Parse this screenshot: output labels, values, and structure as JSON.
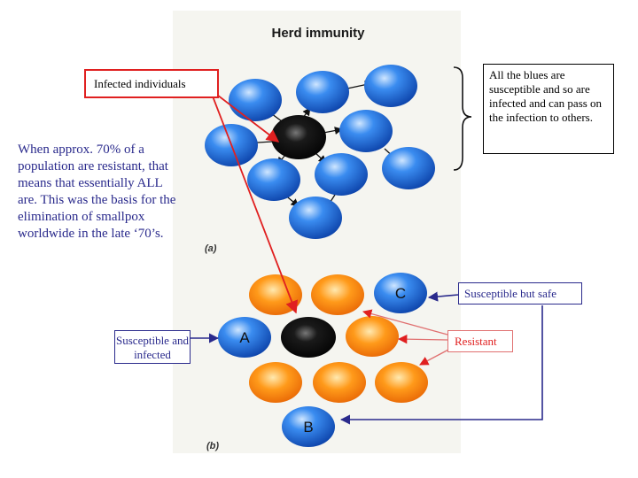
{
  "figure": {
    "title": "Herd immunity",
    "panel_a_label": "(a)",
    "panel_b_label": "(b)",
    "node_labels": {
      "a": "A",
      "b": "B",
      "c": "C"
    }
  },
  "callouts": {
    "infected_individuals": "Infected individuals",
    "all_blues": "All the blues are susceptible and so are infected and can pass on the infection to others.",
    "susceptible_safe": "Susceptible but safe",
    "resistant": "Resistant",
    "susceptible_infected": "Susceptible and infected"
  },
  "side_note": "When approx. 70% of a population are resistant, that means that essentially ALL are. This was the basis for the elimination of smallpox worldwide in the late ‘70’s.",
  "colors": {
    "susceptible": "#1f6fe0",
    "resistant": "#f08a00",
    "infected": "#111111",
    "callout_red": "#e02020",
    "callout_blue": "#2a2a8c"
  }
}
